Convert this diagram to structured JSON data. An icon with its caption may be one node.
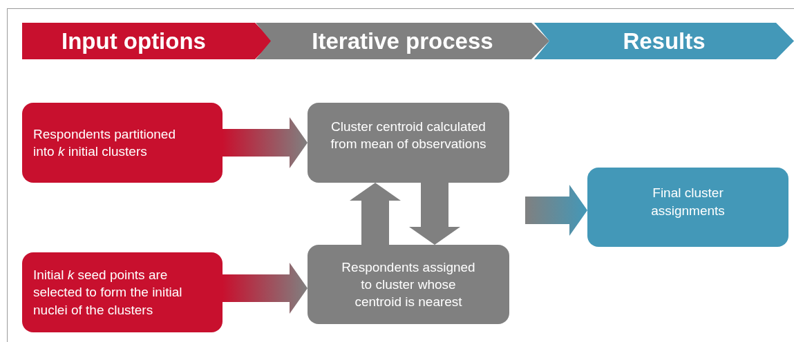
{
  "diagram": {
    "nodes": [
      {
        "text": [
          "Input options"
        ]
      },
      {
        "text": [
          "Iterative process"
        ]
      },
      {
        "text": [
          "Results"
        ]
      },
      {
        "text": [
          "Respondents partitioned into *k* initial clusters"
        ]
      },
      {
        "text": [
          "Initial *k* seed points are selected to form the initial nuclei of the clusters"
        ]
      },
      {
        "text": [
          "Cluster centroid calculated from mean of observations"
        ]
      },
      {
        "text": [
          "Respondents assigned to cluster whose centroid is nearest"
        ]
      },
      {
        "text": [
          "Final cluster assignments"
        ]
      }
    ],
    "edges": [
      {
        "from": 3,
        "to": 5,
        "arrow": "to",
        "style": "thick"
      },
      {
        "from": 4,
        "to": 6,
        "arrow": "to",
        "style": "thick"
      },
      {
        "from": 6,
        "to": 5,
        "arrow": "to",
        "style": "thick"
      },
      {
        "from": 5,
        "to": 6,
        "arrow": "to",
        "style": "thick"
      },
      {
        "from": null,
        "to": 7,
        "arrow": "to",
        "style": "thick"
      }
    ]
  }
}
